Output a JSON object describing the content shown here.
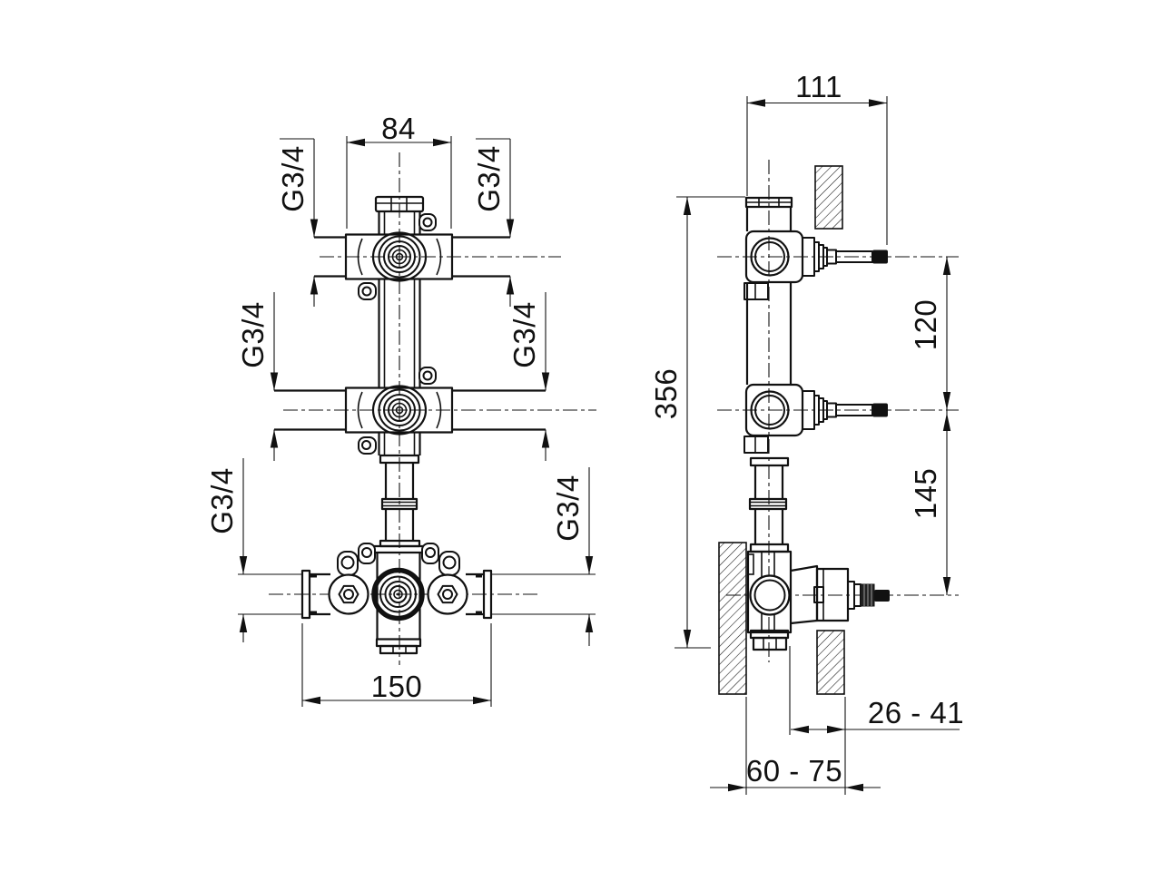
{
  "drawing": {
    "colors": {
      "line": "#111111",
      "background": "#ffffff"
    },
    "front_view": {
      "dim_width_top": "84",
      "dim_width_bottom": "150",
      "thread_labels": [
        "G3/4",
        "G3/4",
        "G3/4",
        "G3/4",
        "G3/4",
        "G3/4"
      ]
    },
    "side_view": {
      "dim_width": "111",
      "dim_height": "356",
      "dim_spacing_upper": "120",
      "dim_spacing_lower": "145",
      "dim_stem_projection": "26 - 41",
      "dim_wall_thickness": "60 - 75"
    }
  }
}
